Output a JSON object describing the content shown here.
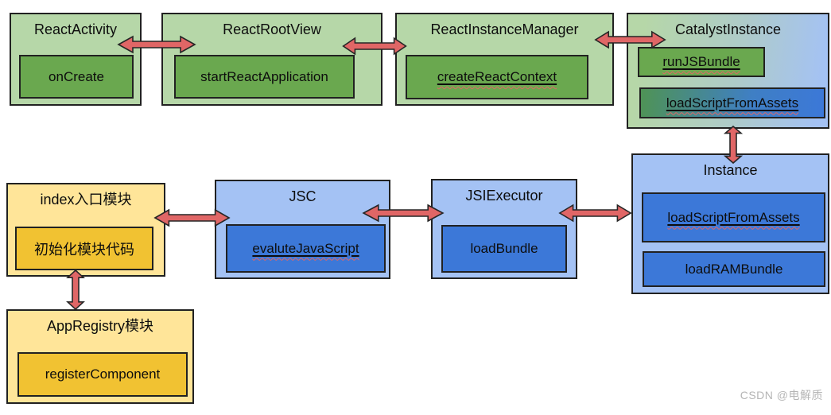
{
  "nodes": {
    "reactActivity": {
      "title": "ReactActivity",
      "method": "onCreate"
    },
    "reactRootView": {
      "title": "ReactRootView",
      "method": "startReactApplication"
    },
    "reactInstanceManager": {
      "title": "ReactInstanceManager",
      "method": "createReactContext"
    },
    "catalystInstance": {
      "title": "CatalystInstance",
      "methods": [
        "runJSBundle",
        "loadScriptFromAssets"
      ]
    },
    "indexModule": {
      "title": "index入口模块",
      "method": "初始化模块代码"
    },
    "jsc": {
      "title": "JSC",
      "method": "evaluteJavaScript"
    },
    "jsiExecutor": {
      "title": "JSIExecutor",
      "method": "loadBundle"
    },
    "instance": {
      "title": "Instance",
      "methods": [
        "loadScriptFromAssets",
        "loadRAMBundle"
      ]
    },
    "appRegistry": {
      "title": "AppRegistry模块",
      "method": "registerComponent"
    }
  },
  "edges": [
    {
      "from": "ReactActivity",
      "to": "ReactRootView",
      "style": "double-arrow"
    },
    {
      "from": "ReactRootView",
      "to": "ReactInstanceManager",
      "style": "double-arrow"
    },
    {
      "from": "ReactInstanceManager",
      "to": "CatalystInstance",
      "style": "double-arrow"
    },
    {
      "from": "CatalystInstance",
      "to": "Instance",
      "style": "double-arrow"
    },
    {
      "from": "index入口模块",
      "to": "JSC",
      "style": "double-arrow"
    },
    {
      "from": "JSC",
      "to": "JSIExecutor",
      "style": "double-arrow"
    },
    {
      "from": "JSIExecutor",
      "to": "Instance",
      "style": "double-arrow"
    },
    {
      "from": "index入口模块",
      "to": "AppRegistry模块",
      "style": "double-arrow"
    }
  ],
  "watermark": "CSDN @电解质",
  "colors": {
    "green_light": "#b6d7a8",
    "green_dark": "#6aa84f",
    "blue_light": "#a4c2f4",
    "blue_dark": "#3c78d8",
    "yellow_light": "#ffe599",
    "yellow_dark": "#f1c232",
    "arrow_fill": "#e06666",
    "border": "#212121"
  }
}
